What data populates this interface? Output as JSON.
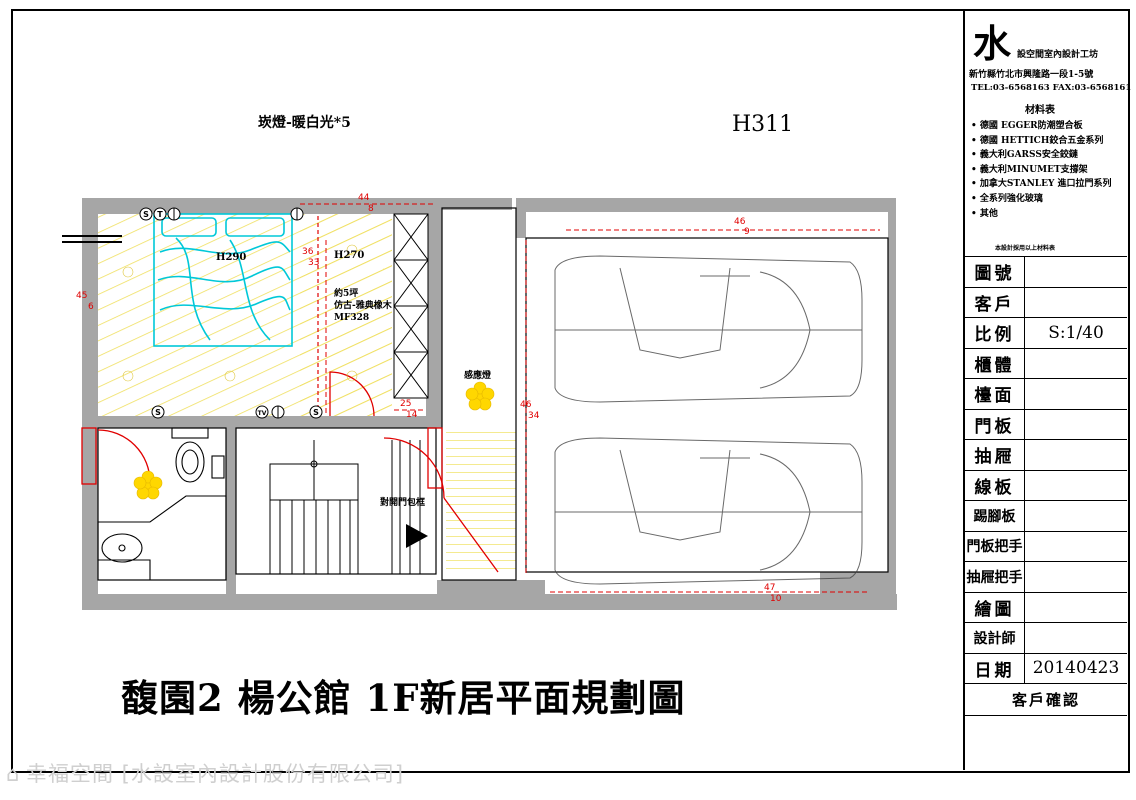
{
  "plan": {
    "lamp_note": "崁燈-暖白光*5",
    "room_code": "H311",
    "bed_height": "H290",
    "wardrobe_height": "H270",
    "floor_size": "約5坪",
    "floor_material_line1": "仿古-雅典橡木",
    "floor_material_line2": "MF328",
    "sensor_lamp": "感應燈",
    "door_note": "對開門包框",
    "dims": {
      "d44": "44",
      "d8": "8",
      "d46a": "46",
      "d9": "9",
      "d45": "45",
      "d6": "6",
      "d36": "36",
      "d33": "33",
      "d25": "25",
      "d14": "14",
      "d46b": "46",
      "d34": "34",
      "d47": "47",
      "d10": "10"
    },
    "socket_s": "S",
    "socket_t": "T",
    "socket_tv": "TV"
  },
  "drawing_title": "馥園2 楊公館 1F新居平面規劃圖",
  "watermark": "幸福空間 [水設室內設計股份有限公司]",
  "title_block": {
    "logo": "水",
    "company": "設空間室內設計工坊",
    "address": "新竹縣竹北市興隆路一段1-5號",
    "contact": "TEL:03-6568163  FAX:03-6568161",
    "materials_title": "材料表",
    "materials": [
      "• 德國 EGGER防潮塑合板",
      "• 德國 HETTICH鉸合五金系列",
      "• 義大利GARSS安全鉸鏈",
      "• 義大利MINUMET支撐架",
      "• 加拿大STANLEY 進口拉門系列",
      "• 全系列強化玻璃",
      "• 其他"
    ],
    "materials_note": "本設計採用以上材料表",
    "rows": [
      {
        "label": "圖號",
        "value": ""
      },
      {
        "label": "客戶",
        "value": ""
      },
      {
        "label": "比例",
        "value": "S:1/40"
      },
      {
        "label": "櫃體",
        "value": ""
      },
      {
        "label": "檯面",
        "value": ""
      },
      {
        "label": "門板",
        "value": ""
      },
      {
        "label": "抽屜",
        "value": ""
      },
      {
        "label": "線板",
        "value": ""
      },
      {
        "label": "踢腳板",
        "value": ""
      },
      {
        "label": "門板把手",
        "value": ""
      },
      {
        "label": "抽屜把手",
        "value": ""
      },
      {
        "label": "繪圖",
        "value": ""
      },
      {
        "label": "設計師",
        "value": ""
      },
      {
        "label": "日期",
        "value": "20140423"
      }
    ],
    "confirm": "客戶確認"
  },
  "colors": {
    "wall": "#a6a6a6",
    "floor_hatch": "#f0e060",
    "bed": "#00c8d8",
    "dimension": "#e00000",
    "lamp": "#ffd700",
    "outline": "#000000"
  }
}
